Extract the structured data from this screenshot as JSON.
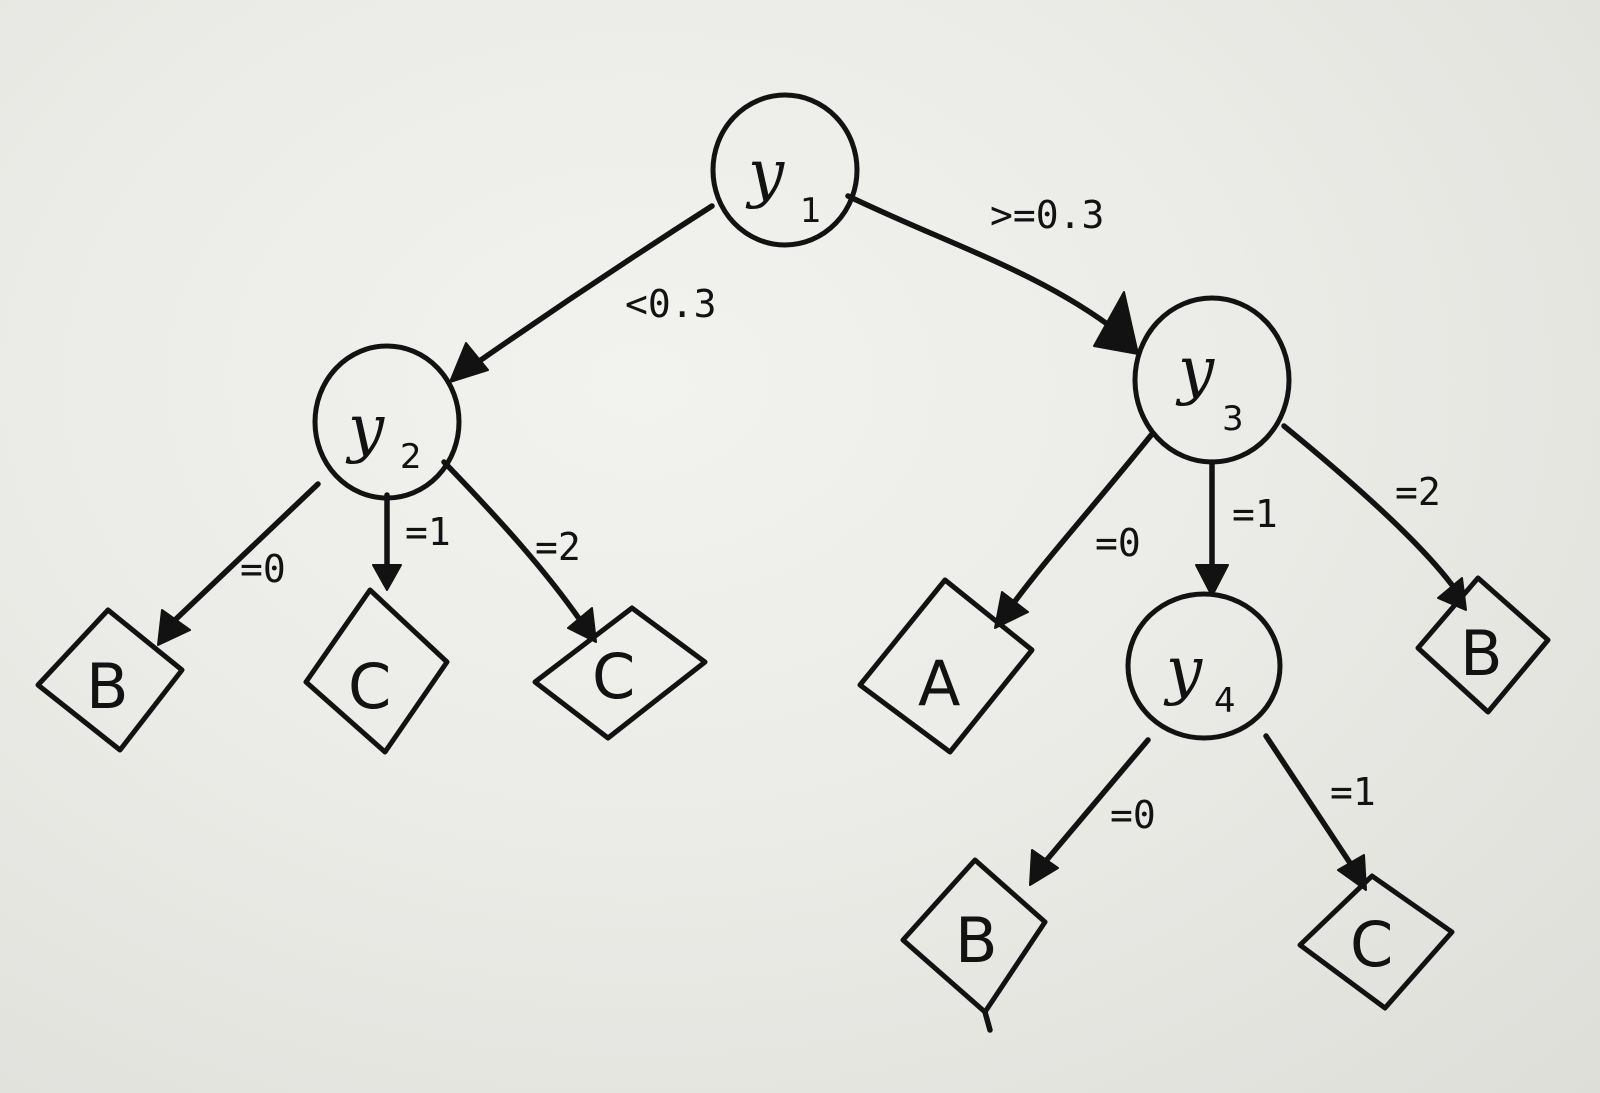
{
  "nodes": [
    {
      "id": "y1",
      "var": "y",
      "sub": "1"
    },
    {
      "id": "y2",
      "var": "y",
      "sub": "2"
    },
    {
      "id": "y3",
      "var": "y",
      "sub": "3"
    },
    {
      "id": "y4",
      "var": "y",
      "sub": "4"
    }
  ],
  "leaves": [
    {
      "id": "leaf1",
      "label": "B"
    },
    {
      "id": "leaf2",
      "label": "C"
    },
    {
      "id": "leaf3",
      "label": "C"
    },
    {
      "id": "leaf4",
      "label": "A"
    },
    {
      "id": "leaf5",
      "label": "B"
    },
    {
      "id": "leaf6",
      "label": "B"
    },
    {
      "id": "leaf7",
      "label": "C"
    }
  ],
  "edges": [
    {
      "from": "y1",
      "to": "y2",
      "label": "<0.3"
    },
    {
      "from": "y1",
      "to": "y3",
      "label": ">=0.3"
    },
    {
      "from": "y2",
      "to": "leaf1",
      "label": "=0"
    },
    {
      "from": "y2",
      "to": "leaf2",
      "label": "=1"
    },
    {
      "from": "y2",
      "to": "leaf3",
      "label": "=2"
    },
    {
      "from": "y3",
      "to": "leaf4",
      "label": "=0"
    },
    {
      "from": "y3",
      "to": "y4",
      "label": "=1"
    },
    {
      "from": "y3",
      "to": "leaf5",
      "label": "=2"
    },
    {
      "from": "y4",
      "to": "leaf6",
      "label": "=0"
    },
    {
      "from": "y4",
      "to": "leaf7",
      "label": "=1"
    }
  ]
}
